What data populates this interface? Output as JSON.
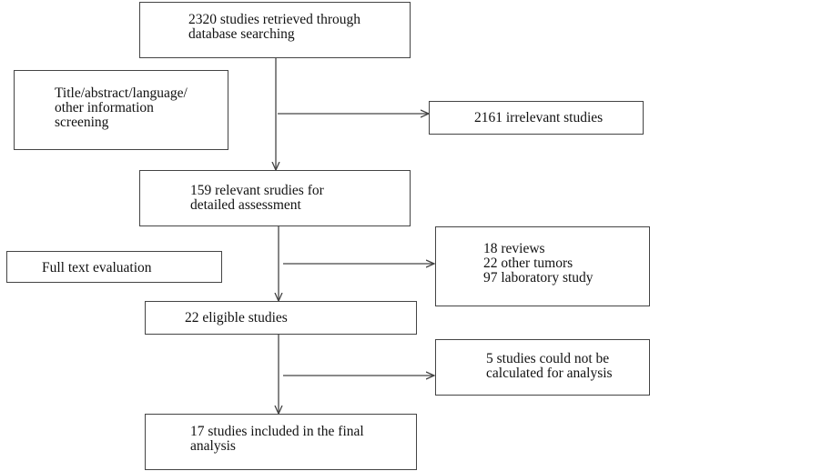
{
  "flowchart": {
    "steps": {
      "retrieved": "2320 studies retrieved through\ndatabase searching",
      "relevant": "159 relevant srudies for\ndetailed assessment",
      "eligible": "22 eligible studies",
      "included": "17 studies included in the final\nanalysis"
    },
    "screening_stages": {
      "title_screening": "Title/abstract/language/\nother information\nscreening",
      "full_text": "Full text evaluation"
    },
    "exclusions": {
      "irrelevant": "2161 irrelevant studies",
      "excluded_full_text": "18 reviews\n22 other tumors\n97 laboratory study",
      "not_calculable": "5 studies could not be\ncalculated for analysis"
    }
  }
}
